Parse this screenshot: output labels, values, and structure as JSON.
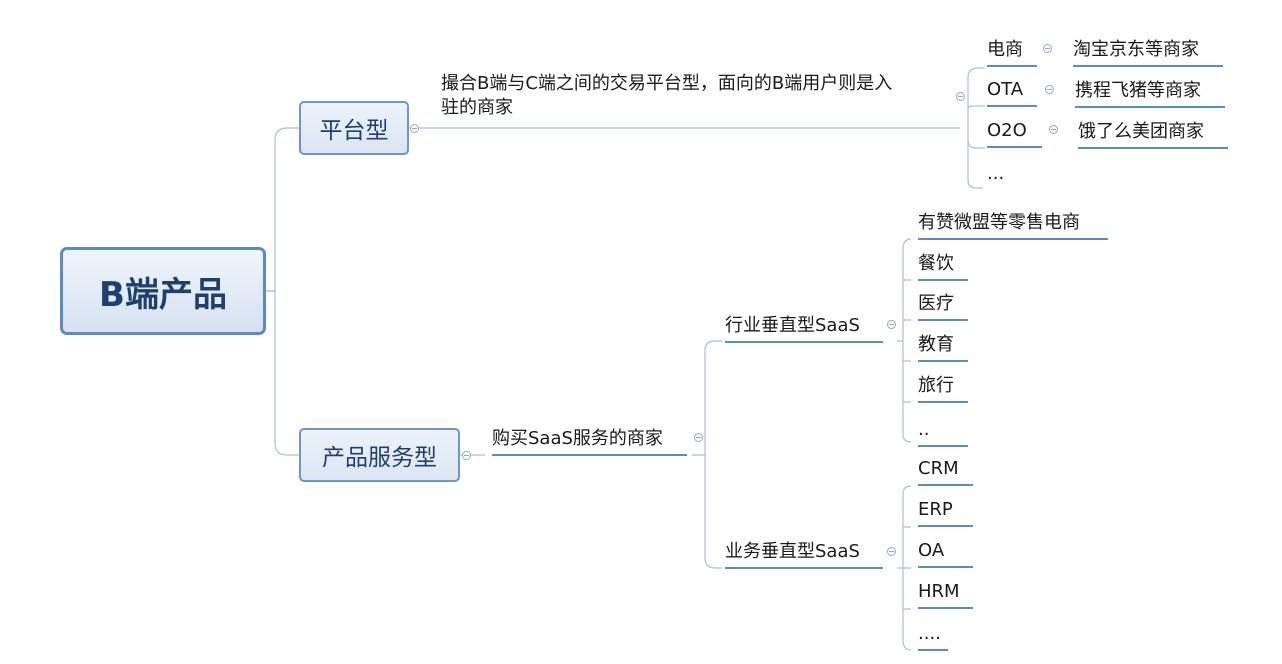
{
  "root": {
    "label": "B端产品"
  },
  "platform": {
    "label": "平台型",
    "description": "撮合B端与C端之间的交易平台型，面向的B端用户则是入驻的商家",
    "description_line1": "撮合B端与C端之间的交易平台型，面向的B端用户则是入",
    "description_line2": "驻的商家",
    "children": [
      {
        "label": "电商",
        "detail": "淘宝京东等商家"
      },
      {
        "label": "OTA",
        "detail": "携程飞猪等商家"
      },
      {
        "label": "O2O",
        "detail": "饿了么美团商家"
      },
      {
        "label": "..."
      }
    ]
  },
  "product_service": {
    "label": "产品服务型",
    "description": "购买SaaS服务的商家",
    "industry": {
      "label": "行业垂直型SaaS",
      "children": [
        "有赞微盟等零售电商",
        "餐饮",
        "医疗",
        "教育",
        "旅行",
        ".."
      ]
    },
    "business": {
      "label": "业务垂直型SaaS",
      "children": [
        "CRM",
        "ERP",
        "OA",
        "HRM",
        "...."
      ]
    }
  },
  "colors": {
    "line": "#5b8ac4",
    "connector": "#a9bfdc",
    "box_border": "#6f96c8",
    "box_text": "#1f3f6d"
  }
}
